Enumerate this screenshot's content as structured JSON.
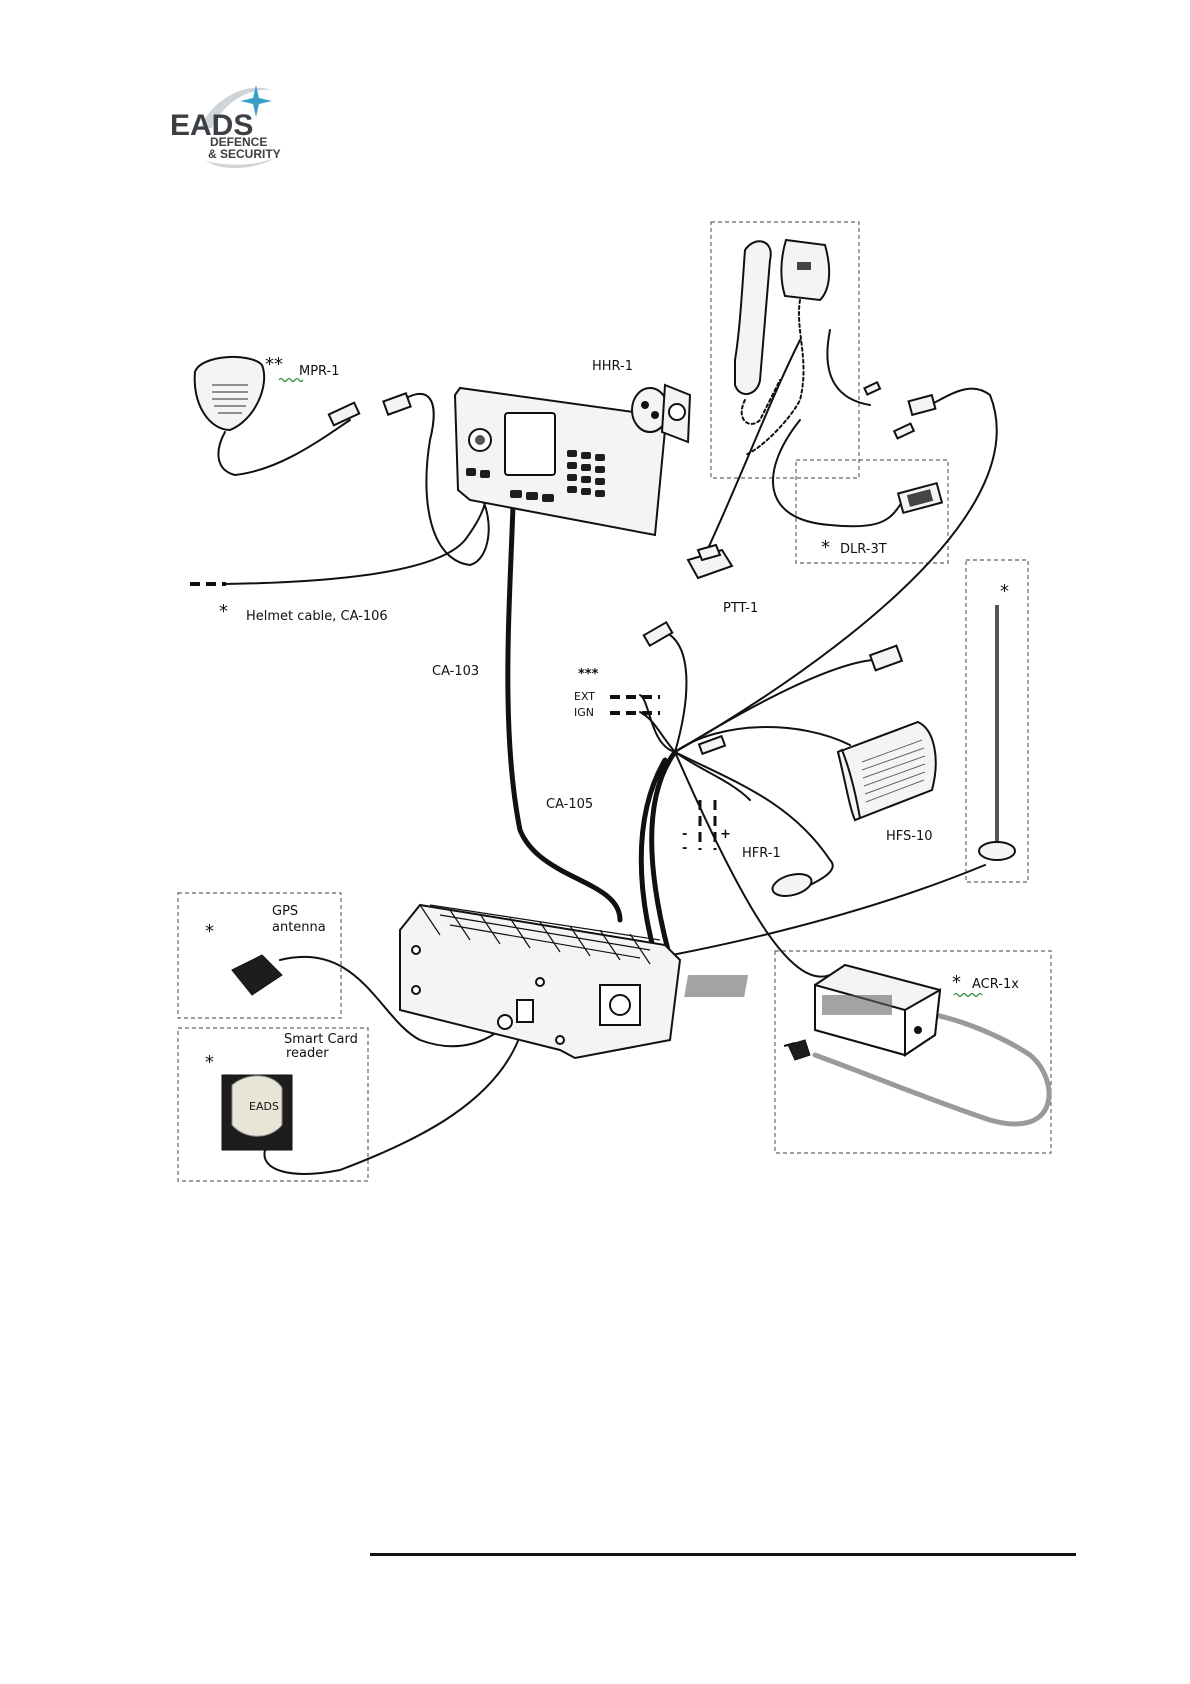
{
  "logo": {
    "main": "EADS",
    "line1": "DEFENCE",
    "line2": "& SECURITY",
    "colors": {
      "text": "#3c3f44",
      "star": "#3aa0c8",
      "swoosh": "#cfd4d9"
    }
  },
  "labels": {
    "mpr": "MPR-1",
    "mpr_mark": "**",
    "hhr": "HHR-1",
    "dlr": "DLR-3T",
    "ptt": "PTT-1",
    "helmet": "Helmet cable, CA-106",
    "ca103": "CA-103",
    "ca105": "CA-105",
    "triple": "***",
    "ext": "EXT",
    "ign": "IGN",
    "hfs": "HFS-10",
    "hfr": "HFR-1",
    "minus1": "-",
    "minus2": "-",
    "plus": "+",
    "gps": "GPS",
    "gps2": "antenna",
    "smartcard": "Smart Card",
    "smartcard2": "reader",
    "acr": "ACR-1x",
    "star": "*",
    "card_brand": "EADS"
  },
  "icons": [
    "microphone-icon",
    "control-head-icon",
    "handset-icon",
    "radio-unit-icon",
    "antenna-icon",
    "gps-antenna-icon",
    "smart-card-reader-icon",
    "charger-icon",
    "speaker-icon"
  ]
}
